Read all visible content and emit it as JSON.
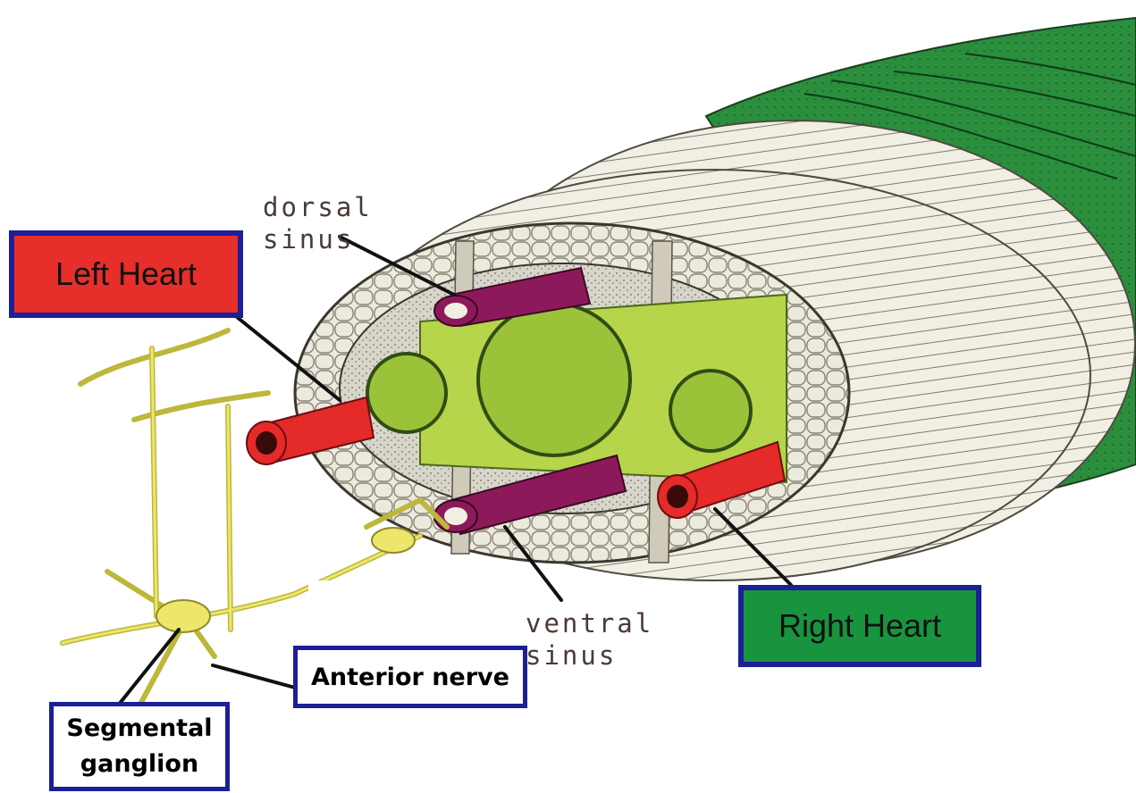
{
  "labels": {
    "left_heart": "Left Heart",
    "right_heart": "Right Heart",
    "dorsal_sinus": "dorsal\nsinus",
    "ventral_sinus": "ventral\nsinus",
    "anterior_nerve": "Anterior nerve",
    "segmental_ganglion": "Segmental\nganglion"
  },
  "colors": {
    "left_heart_box": "#e72e2a",
    "right_heart_box": "#18943f",
    "label_border": "#1c1f95",
    "heart_vessel": "#e52a2a",
    "sinus_vessel": "#8c1a5a",
    "intestine": "#a9cd3c",
    "body_wall_green": "#2a8c3c",
    "nerve": "#e8e35a"
  }
}
